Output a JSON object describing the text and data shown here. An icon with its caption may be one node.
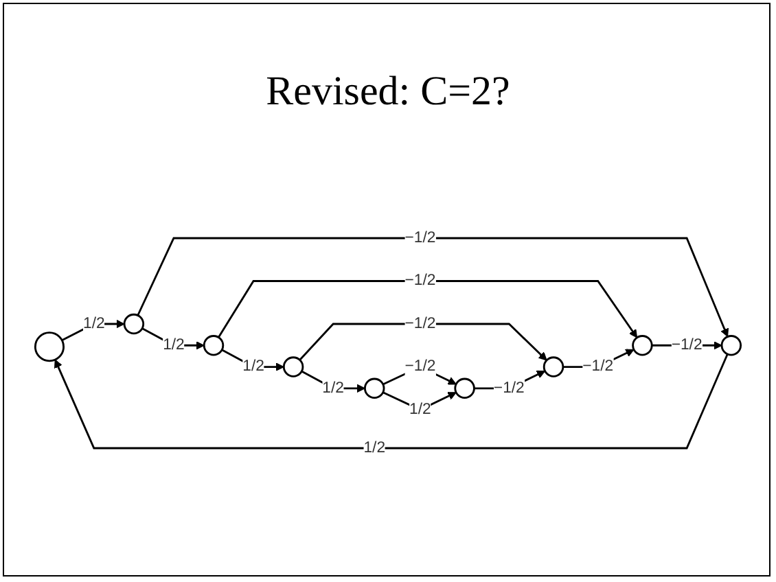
{
  "diagram": {
    "title": "Revised: C=2?",
    "nodes": [
      {
        "text": [],
        "shape": "circle"
      },
      {
        "text": [],
        "shape": "circle"
      },
      {
        "text": [],
        "shape": "circle"
      },
      {
        "text": [],
        "shape": "circle"
      },
      {
        "text": [],
        "shape": "circle"
      },
      {
        "text": [],
        "shape": "circle"
      },
      {
        "text": [],
        "shape": "circle"
      },
      {
        "text": [],
        "shape": "circle"
      },
      {
        "text": [],
        "shape": "circle"
      }
    ],
    "edges": [
      {
        "from": 0,
        "to": 1,
        "arrow": "to",
        "label": "1/2"
      },
      {
        "from": 1,
        "to": 2,
        "arrow": "to",
        "label": "1/2"
      },
      {
        "from": 2,
        "to": 3,
        "arrow": "to",
        "label": "1/2"
      },
      {
        "from": 3,
        "to": 4,
        "arrow": "to",
        "label": "1/2"
      },
      {
        "from": 1,
        "to": 5,
        "arrow": "to",
        "label": "−1/2"
      },
      {
        "from": 2,
        "to": 6,
        "arrow": "to",
        "label": "−1/2"
      },
      {
        "from": 3,
        "to": 7,
        "arrow": "to",
        "label": "−1/2"
      },
      {
        "from": 4,
        "to": 8,
        "arrow": "to",
        "label": "−1/2"
      },
      {
        "from": 4,
        "to": 8,
        "arrow": "to",
        "label": "1/2"
      },
      {
        "from": 8,
        "to": 7,
        "arrow": "to",
        "label": "−1/2"
      },
      {
        "from": 7,
        "to": 6,
        "arrow": "to",
        "label": "−1/2"
      },
      {
        "from": 6,
        "to": 5,
        "arrow": "to",
        "label": "−1/2"
      },
      {
        "from": 5,
        "to": 0,
        "arrow": "to",
        "label": "1/2"
      }
    ]
  }
}
